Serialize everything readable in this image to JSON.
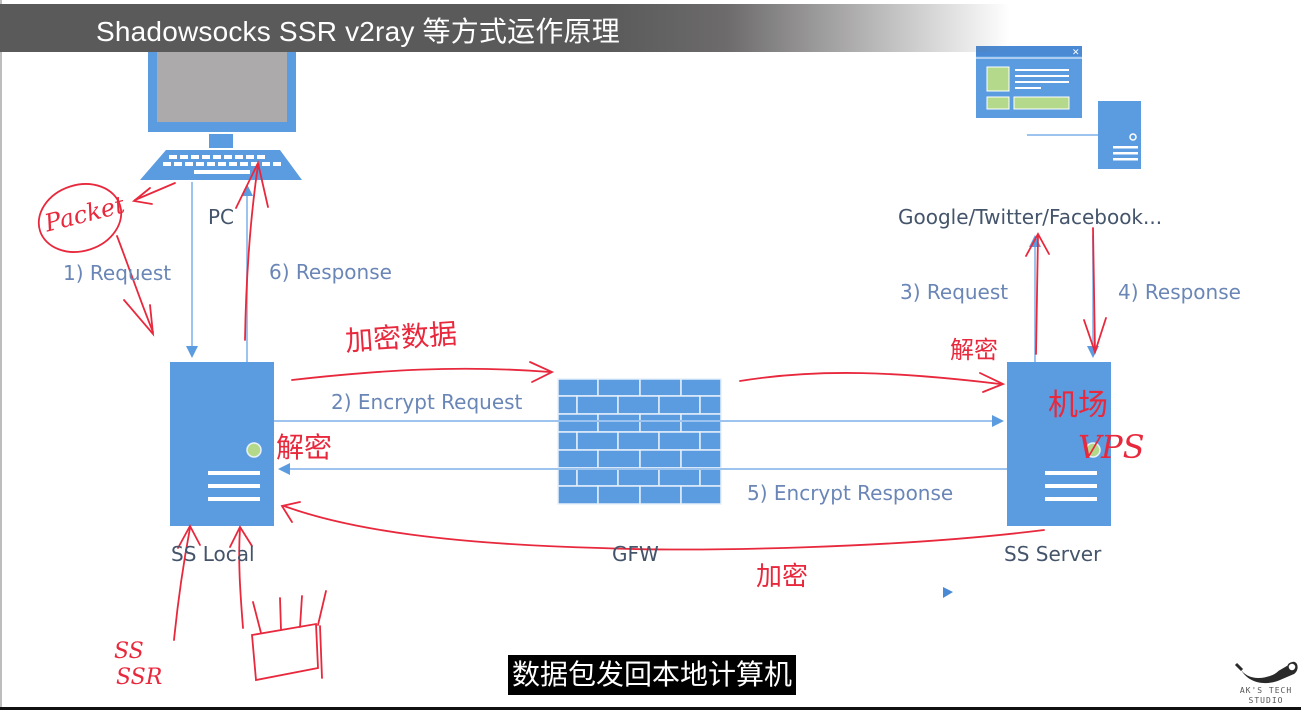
{
  "header": {
    "title": "Shadowsocks SSR v2ray 等方式运作原理"
  },
  "nodes": {
    "pc": {
      "label": "PC",
      "icon": "desktop-computer-icon"
    },
    "websites": {
      "label": "Google/Twitter/Facebook...",
      "icon": "website-server-icon"
    },
    "ss_local": {
      "label": "SS Local",
      "icon": "server-icon"
    },
    "gfw": {
      "label": "GFW",
      "icon": "firewall-brick-wall-icon"
    },
    "ss_server": {
      "label": "SS Server",
      "icon": "server-icon"
    }
  },
  "flows": [
    {
      "step": 1,
      "label": "1) Request"
    },
    {
      "step": 2,
      "label": "2) Encrypt Request"
    },
    {
      "step": 3,
      "label": "3) Request"
    },
    {
      "step": 4,
      "label": "4) Response"
    },
    {
      "step": 5,
      "label": "5) Encrypt Response"
    },
    {
      "step": 6,
      "label": "6) Response"
    }
  ],
  "annotations": {
    "packet": "Packet",
    "encrypted_data": "加密数据",
    "decrypt_local": "解密",
    "decrypt_server": "解密",
    "airport": "机场",
    "vps": "VPS",
    "encrypt_return": "加密",
    "ss_ssr": [
      "SS",
      "SSR"
    ]
  },
  "subtitle": "数据包发回本地计算机",
  "watermark": {
    "line1": "AK'S TECH",
    "line2": "STUDIO"
  },
  "colors": {
    "icon_blue": "#5b9be0",
    "line_blue": "#9dc3ef",
    "accent_green": "#b5d98a",
    "annotation_red": "#e8283c",
    "label_text": "#6a86b6",
    "title_bar": "#5a5a5a"
  }
}
